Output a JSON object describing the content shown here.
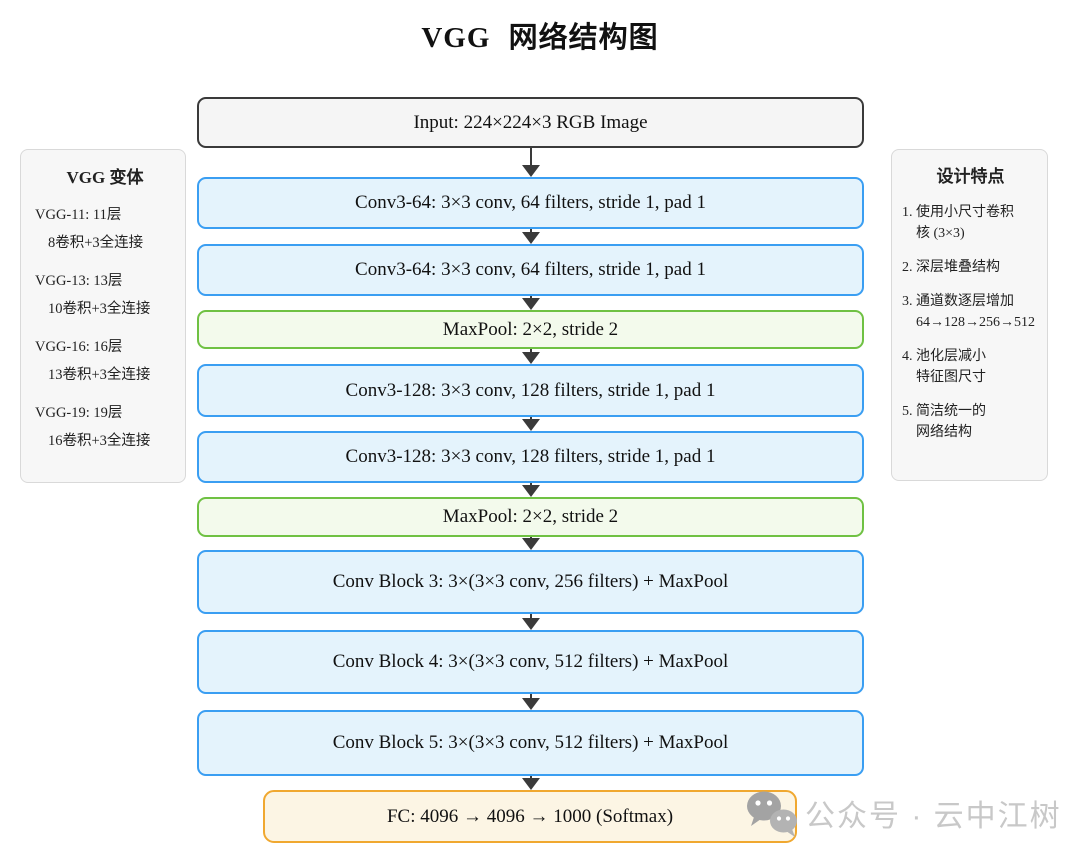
{
  "title": "VGG 网络结构图",
  "flow": {
    "boxes": [
      {
        "label": "Input: 224×224×3 RGB Image",
        "type": "input"
      },
      {
        "label": "Conv3-64: 3×3 conv, 64 filters, stride 1, pad 1",
        "type": "conv"
      },
      {
        "label": "Conv3-64: 3×3 conv, 64 filters, stride 1, pad 1",
        "type": "conv"
      },
      {
        "label": "MaxPool: 2×2, stride 2",
        "type": "pool"
      },
      {
        "label": "Conv3-128: 3×3 conv, 128 filters, stride 1, pad 1",
        "type": "conv"
      },
      {
        "label": "Conv3-128: 3×3 conv, 128 filters, stride 1, pad 1",
        "type": "conv"
      },
      {
        "label": "MaxPool: 2×2, stride 2",
        "type": "pool"
      },
      {
        "label": "Conv Block 3: 3×(3×3 conv, 256 filters) + MaxPool",
        "type": "conv"
      },
      {
        "label": "Conv Block 4: 3×(3×3 conv, 512 filters) + MaxPool",
        "type": "conv"
      },
      {
        "label": "Conv Block 5: 3×(3×3 conv, 512 filters) + MaxPool",
        "type": "conv"
      },
      {
        "label": "FC: 4096 → 4096 → 1000 (Softmax)",
        "type": "fc"
      }
    ]
  },
  "left_panel": {
    "title": "VGG 变体",
    "items": [
      {
        "name": "VGG-11: 11层",
        "detail": "8卷积+3全连接"
      },
      {
        "name": "VGG-13: 13层",
        "detail": "10卷积+3全连接"
      },
      {
        "name": "VGG-16: 16层",
        "detail": "13卷积+3全连接"
      },
      {
        "name": "VGG-19: 19层",
        "detail": "16卷积+3全连接"
      }
    ]
  },
  "right_panel": {
    "title": "设计特点",
    "items": [
      {
        "line1": "1. 使用小尺寸卷积",
        "line2": "核 (3×3)"
      },
      {
        "line1": "2. 深层堆叠结构",
        "line2": ""
      },
      {
        "line1": "3. 通道数逐层增加",
        "line2": "64→128→256→512"
      },
      {
        "line1": "4. 池化层减小",
        "line2": "特征图尺寸"
      },
      {
        "line1": "5. 简洁统一的",
        "line2": "网络结构"
      }
    ]
  },
  "watermark": {
    "text": "公众号 · 云中江树",
    "icon": "wechat-icon"
  },
  "colors": {
    "conv_border": "#3a9ef2",
    "conv_fill": "#e4f3fc",
    "pool_border": "#6fc143",
    "pool_fill": "#f3faec",
    "input_border": "#3a3a3a",
    "input_fill": "#f5f5f5",
    "fc_border": "#f0a830",
    "fc_fill": "#fcf5e4",
    "panel_fill": "#f7f7f7",
    "arrow": "#3a3a3a",
    "watermark_gray": "#c8c8c8"
  }
}
